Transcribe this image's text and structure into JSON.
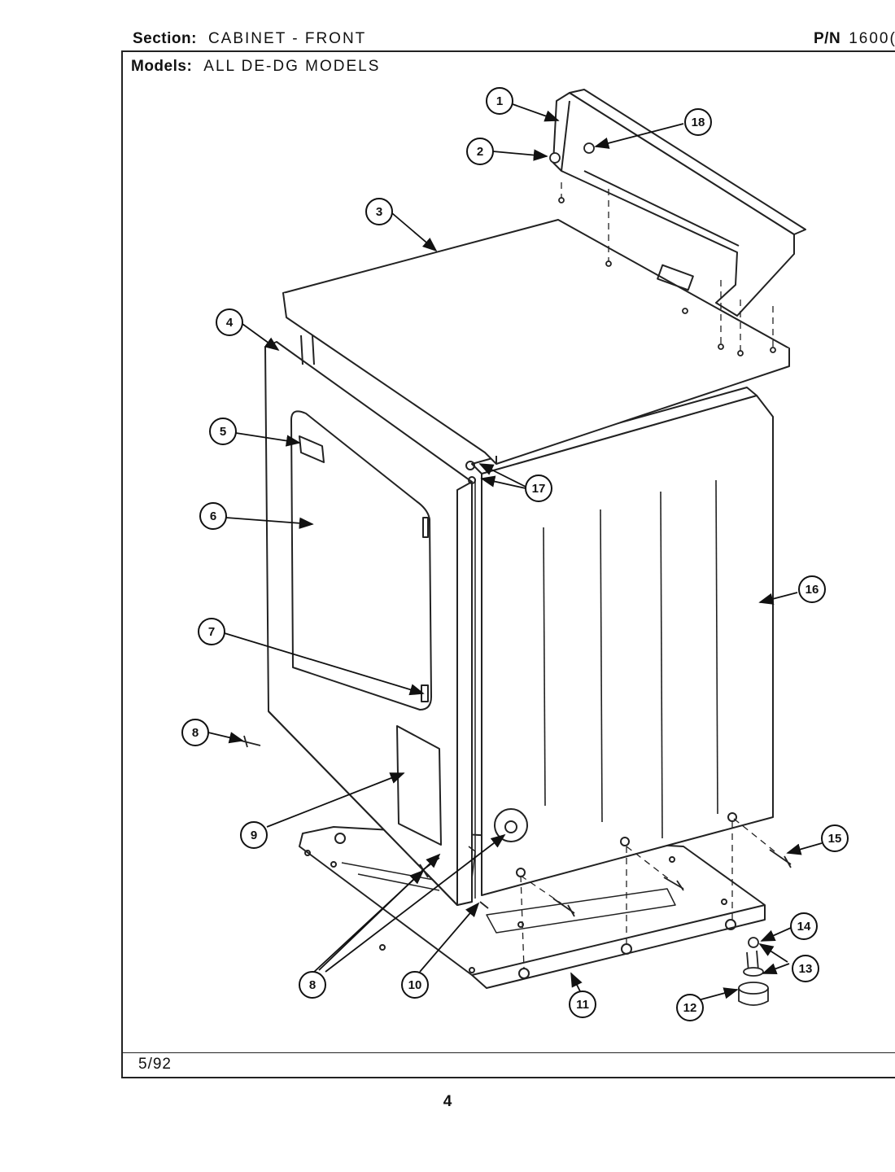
{
  "header": {
    "section_label": "Section:",
    "section_value": "CABINET - FRONT",
    "pn_label": "P/N",
    "pn_value": "1600(",
    "models_label": "Models:",
    "models_value": "ALL DE-DG MODELS"
  },
  "footer": {
    "date": "5/92",
    "page_number": "4"
  },
  "callouts": [
    "1",
    "2",
    "3",
    "4",
    "5",
    "6",
    "7",
    "8",
    "9",
    "10",
    "11",
    "12",
    "13",
    "14",
    "15",
    "16",
    "17",
    "18"
  ]
}
